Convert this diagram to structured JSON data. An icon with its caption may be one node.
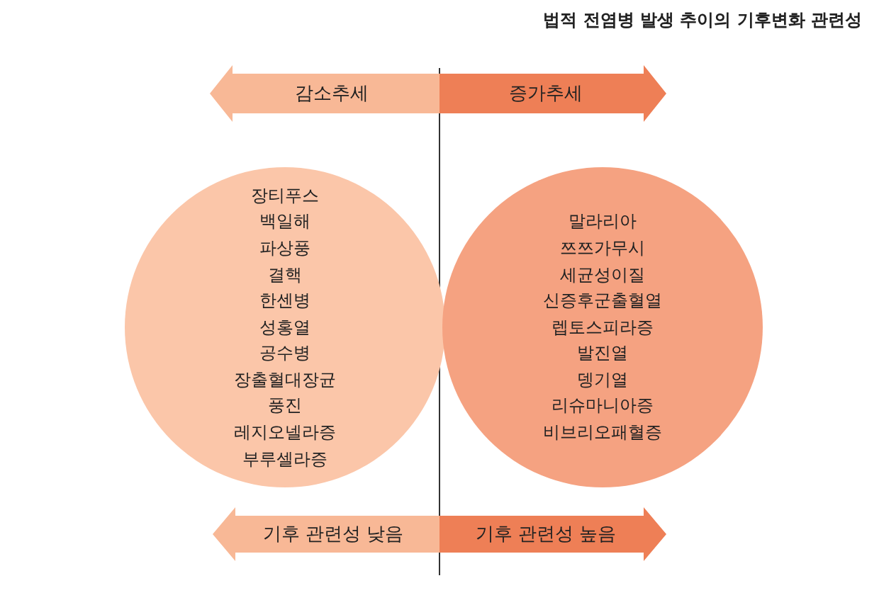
{
  "diagram": {
    "title": "법적 전염병 발생 추이의 기후변화 관련성",
    "nodes": [
      {
        "text": [
          "감소추세"
        ]
      },
      {
        "text": [
          "증가추세"
        ]
      },
      {
        "text": [
          "장티푸스",
          "백일해",
          "파상풍",
          "결핵",
          "한센병",
          "성홍열",
          "공수병",
          "장출혈대장균",
          "풍진",
          "레지오넬라증",
          "부루셀라증"
        ]
      },
      {
        "text": [
          "말라리아",
          "쯔쯔가무시",
          "세균성이질",
          "신증후군출혈열",
          "렙토스피라증",
          "발진열",
          "뎅기열",
          "리슈마니아증",
          "비브리오패혈증"
        ]
      },
      {
        "text": [
          "기후 관련성 낮음"
        ]
      },
      {
        "text": [
          "기후 관련성 높음"
        ]
      }
    ],
    "edges": []
  }
}
